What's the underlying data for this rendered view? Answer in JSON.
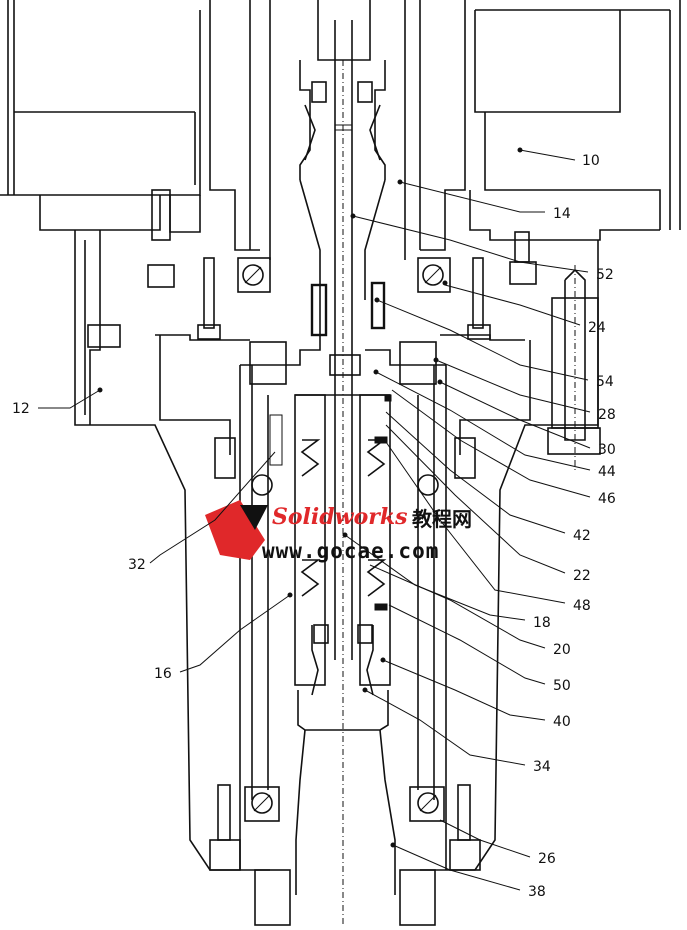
{
  "labels": {
    "l10": "10",
    "l14": "14",
    "l52": "52",
    "l24": "24",
    "l54": "54",
    "l28": "28",
    "l30": "30",
    "l44": "44",
    "l46": "46",
    "l42": "42",
    "l22": "22",
    "l48": "48",
    "l18": "18",
    "l20": "20",
    "l50": "50",
    "l40": "40",
    "l34": "34",
    "l26": "26",
    "l38": "38",
    "l12": "12",
    "l32": "32",
    "l16": "16"
  },
  "watermark": {
    "brand": "Solidworks",
    "suffix": "教程网",
    "url": "www.gocae.com",
    "accent_color": "#e0282a"
  }
}
